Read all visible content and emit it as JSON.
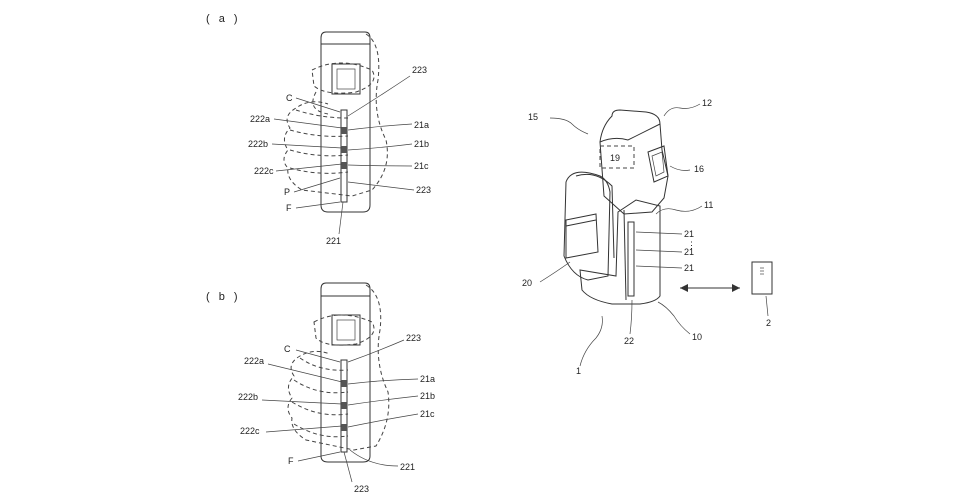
{
  "figure_a": {
    "title": "( a )",
    "labels": {
      "l223_top": "223",
      "lC": "C",
      "l222a": "222a",
      "l21a": "21a",
      "l222b": "222b",
      "l21b": "21b",
      "l222c": "222c",
      "l21c": "21c",
      "lP": "P",
      "l223_bottom": "223",
      "lF": "F",
      "l221": "221"
    }
  },
  "figure_b": {
    "title": "( b )",
    "labels": {
      "l223_top": "223",
      "lC": "C",
      "l222a": "222a",
      "l21a": "21a",
      "l222b": "222b",
      "l21b": "21b",
      "l222c": "222c",
      "l21c": "21c",
      "lF": "F",
      "l221": "221",
      "l223_bottom": "223"
    }
  },
  "device": {
    "labels": {
      "l12": "12",
      "l15": "15",
      "l19": "19",
      "l16": "16",
      "l11": "11",
      "l21_1": "21",
      "l21_dots": "⋮",
      "l21_2": "21",
      "l21_3": "21",
      "l20": "20",
      "l22": "22",
      "l10": "10",
      "l1": "1",
      "l2": "2"
    }
  }
}
